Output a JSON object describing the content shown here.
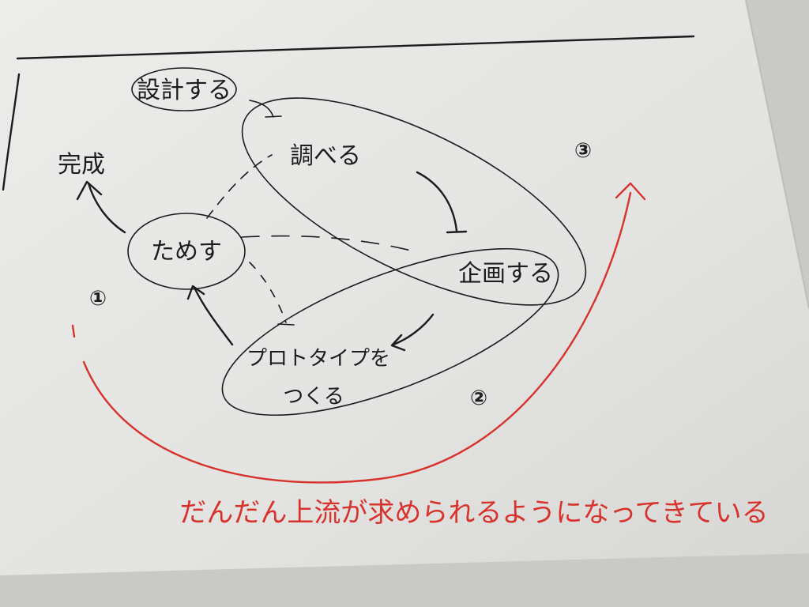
{
  "nodes": {
    "design": "設計する",
    "research": "調べる",
    "plan": "企画する",
    "prototype_line1": "プロトタイプを",
    "prototype_line2": "つくる",
    "summarize": "ためす",
    "complete": "完成"
  },
  "phase_numbers": {
    "one": "①",
    "two": "②",
    "three": "③"
  },
  "caption": "だんだん上流が求められるようになってきている",
  "colors": {
    "ink": "#1c1c1c",
    "red_pen": "#d8322c",
    "paper": "#e4e4e2",
    "background": "#c9c9c6"
  }
}
